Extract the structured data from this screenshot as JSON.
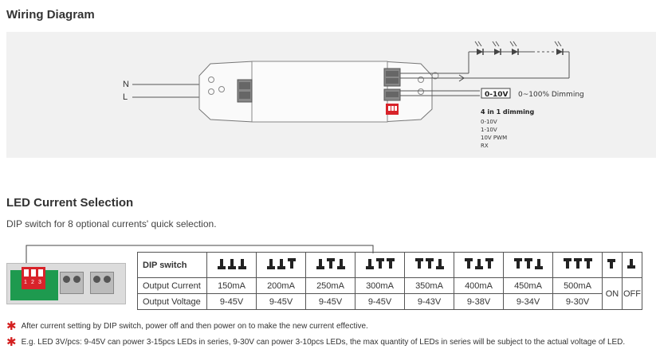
{
  "wiring": {
    "title": "Wiring Diagram",
    "input_n": "N",
    "input_l": "L",
    "dim_box": "0-10V",
    "dim_range": "0~100% Dimming",
    "dim_title": "4 in 1 dimming",
    "dim_modes": [
      "0-10V",
      "1-10V",
      "10V PWM",
      "RX"
    ]
  },
  "current": {
    "title": "LED Current Selection",
    "description": "DIP switch for 8 optional currents' quick selection.",
    "dip_numbers": [
      "1",
      "2",
      "3"
    ],
    "table": {
      "header_label": "DIP switch",
      "current_label": "Output Current",
      "voltage_label": "Output Voltage",
      "columns": [
        {
          "switches": [
            0,
            0,
            0
          ],
          "current": "150mA",
          "voltage": "9-45V"
        },
        {
          "switches": [
            0,
            0,
            1
          ],
          "current": "200mA",
          "voltage": "9-45V"
        },
        {
          "switches": [
            0,
            1,
            0
          ],
          "current": "250mA",
          "voltage": "9-45V"
        },
        {
          "switches": [
            0,
            1,
            1
          ],
          "current": "300mA",
          "voltage": "9-45V"
        },
        {
          "switches": [
            1,
            1,
            0
          ],
          "current": "350mA",
          "voltage": "9-43V"
        },
        {
          "switches": [
            1,
            0,
            1
          ],
          "current": "400mA",
          "voltage": "9-38V"
        },
        {
          "switches": [
            1,
            1,
            0
          ],
          "current": "450mA",
          "voltage": "9-34V"
        },
        {
          "switches": [
            1,
            1,
            1
          ],
          "current": "500mA",
          "voltage": "9-30V"
        }
      ],
      "on_label": "ON",
      "off_label": "OFF"
    }
  },
  "notes": [
    "After current setting by DIP switch, power off and then power on to make the new current effective.",
    "E.g. LED 3V/pcs: 9-45V can power 3-15pcs LEDs in series, 9-30V can power 3-10pcs LEDs, the max quantity of LEDs in series will be subject to the actual voltage of LED."
  ],
  "colors": {
    "panel_bg": "#f1f1f1",
    "dip_red": "#d8232a",
    "pcb_green": "#1e9a4f",
    "note_star": "#d42020"
  }
}
